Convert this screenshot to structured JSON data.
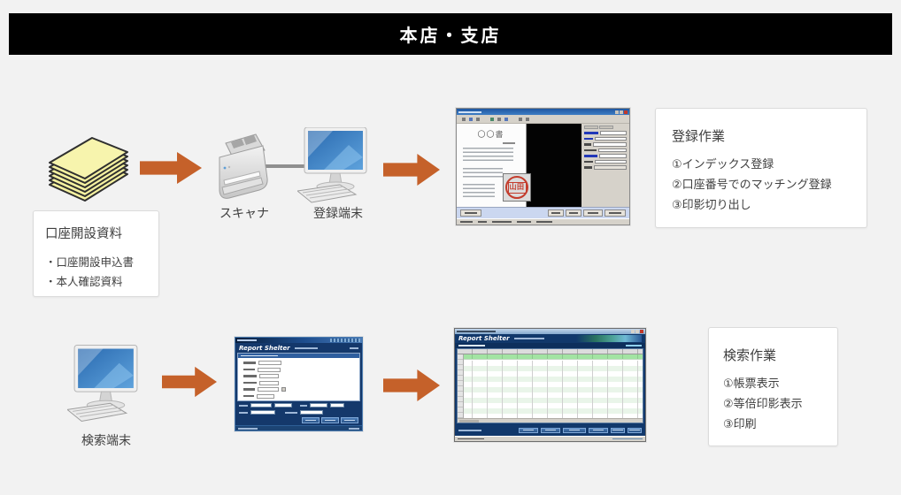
{
  "banner": {
    "title": "本店・支店"
  },
  "colors": {
    "arrow": "#C5612A",
    "banner_bg": "#000000",
    "paper_yellow": "#F5F1A0",
    "stamp_red": "#C43C2C",
    "app_navy": "#14386B",
    "highlight_green": "#A2E4A2"
  },
  "flow_top": {
    "documents_box": {
      "title": "口座開設資料",
      "items": [
        "・口座開設申込書",
        "・本人確認資料"
      ]
    },
    "scanner_label": "スキャナ",
    "register_terminal_label": "登録端末",
    "register_app": {
      "doc_title": "〇〇書",
      "stamp_text": "山田"
    },
    "register_tasks": {
      "title": "登録作業",
      "items": [
        "①インデックス登録",
        "②口座番号でのマッチング登録",
        "③印影切り出し"
      ]
    }
  },
  "flow_bottom": {
    "search_terminal_label": "検索端末",
    "search_app": {
      "logo": "Report Shelter"
    },
    "results_app": {
      "logo": "Report Shelter"
    },
    "search_tasks": {
      "title": "検索作業",
      "items": [
        "①帳票表示",
        "②等倍印影表示",
        "③印刷"
      ]
    }
  }
}
